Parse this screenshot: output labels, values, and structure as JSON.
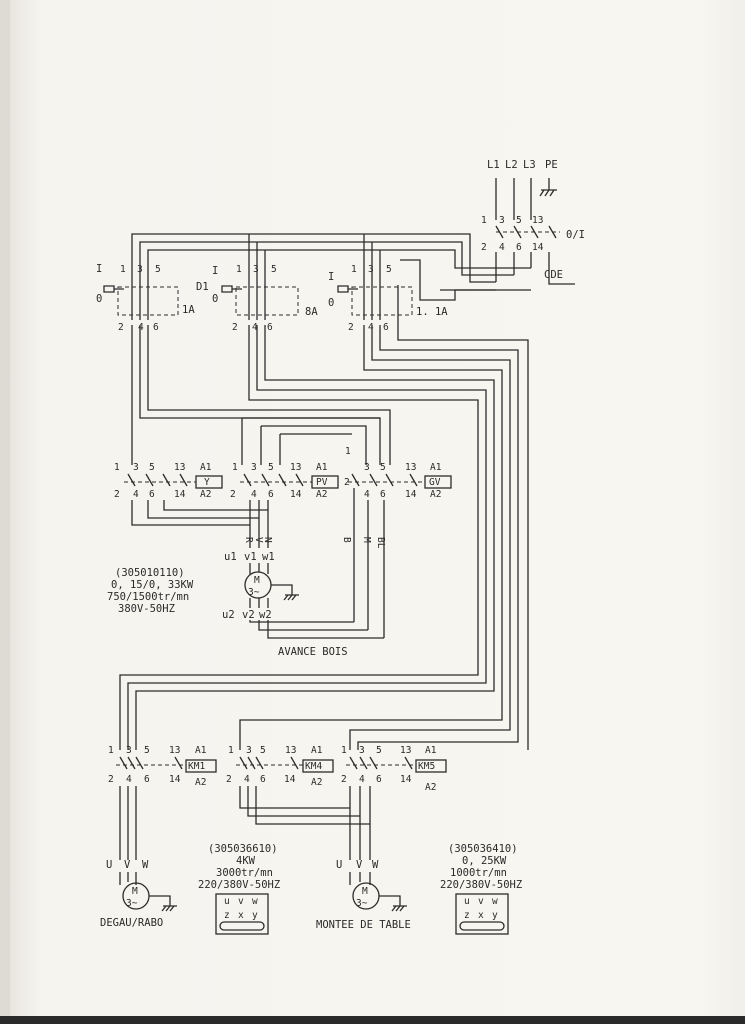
{
  "supply": {
    "phases": [
      "L1",
      "L2",
      "L3",
      "PE"
    ],
    "main_switch": {
      "top": [
        "1",
        "3",
        "5",
        "13"
      ],
      "bottom": [
        "2",
        "4",
        "6",
        "14"
      ],
      "label": "0/I"
    },
    "control_label": "CDE"
  },
  "breakers": [
    {
      "on_label": "I",
      "off_label": "0",
      "ref": "",
      "top": [
        "1",
        "3",
        "5"
      ],
      "bottom": [
        "2",
        "4",
        "6"
      ],
      "rating": "1A"
    },
    {
      "on_label": "I",
      "off_label": "0",
      "ref": "D1",
      "top": [
        "1",
        "3",
        "5"
      ],
      "bottom": [
        "2",
        "4",
        "6"
      ],
      "rating": "8A"
    },
    {
      "on_label": "I",
      "off_label": "0",
      "ref": "",
      "top": [
        "1",
        "3",
        "5"
      ],
      "bottom": [
        "2",
        "4",
        "6"
      ],
      "rating": "1. 1A"
    }
  ],
  "contactors_upper": [
    {
      "top": [
        "1",
        "3",
        "5",
        "13",
        "A1"
      ],
      "bottom": [
        "2",
        "4",
        "6",
        "14",
        "A2"
      ],
      "coil": "Y"
    },
    {
      "top": [
        "1",
        "3",
        "5",
        "13",
        "A1"
      ],
      "bottom": [
        "2",
        "4",
        "6",
        "14",
        "A2"
      ],
      "coil": "PV"
    },
    {
      "top": [
        "1",
        "3",
        "5",
        "13",
        "A1"
      ],
      "bottom": [
        "2",
        "4",
        "6",
        "14",
        "A2"
      ],
      "coil": "GV"
    }
  ],
  "motor_avance": {
    "top_terminals": [
      "u1",
      "v1",
      "w1"
    ],
    "bottom_terminals": [
      "u2",
      "v2",
      "w2"
    ],
    "wire_colors_left": [
      "R",
      "V",
      "N"
    ],
    "wire_colors_right": [
      "B",
      "M",
      "BL"
    ],
    "specs": [
      "(305010110)",
      "0, 15/0, 33KW",
      "750/1500tr/mn",
      "380V-50HZ"
    ],
    "symbol": {
      "m": "M",
      "phase": "3~"
    },
    "title": "AVANCE BOIS"
  },
  "contactors_lower": [
    {
      "top": [
        "1",
        "3",
        "5",
        "13",
        "A1"
      ],
      "bottom": [
        "2",
        "4",
        "6",
        "14",
        "A2"
      ],
      "coil": "KM1"
    },
    {
      "top": [
        "1",
        "3",
        "5",
        "13",
        "A1"
      ],
      "bottom": [
        "2",
        "4",
        "6",
        "14",
        "A2"
      ],
      "coil": "KM4"
    },
    {
      "top": [
        "1",
        "3",
        "5",
        "13",
        "A1"
      ],
      "bottom": [
        "2",
        "4",
        "6",
        "14",
        "A2"
      ],
      "coil": "KM5"
    }
  ],
  "motor_degau": {
    "terminals": [
      "U",
      "V",
      "W"
    ],
    "symbol": {
      "m": "M",
      "phase": "3~"
    },
    "title": "DEGAU/RABO",
    "specs": [
      "(305036610)",
      "4KW",
      "3000tr/mn",
      "220/380V-50HZ"
    ],
    "box": {
      "top": [
        "u",
        "v",
        "w"
      ],
      "bottom": [
        "z",
        "x",
        "y"
      ]
    }
  },
  "motor_montee": {
    "terminals": [
      "U",
      "V",
      "W"
    ],
    "symbol": {
      "m": "M",
      "phase": "3~"
    },
    "title": "MONTEE DE TABLE",
    "specs": [
      "(305036410)",
      "0, 25KW",
      "1000tr/mn",
      "220/380V-50HZ"
    ],
    "box": {
      "top": [
        "u",
        "v",
        "w"
      ],
      "bottom": [
        "z",
        "x",
        "y"
      ]
    }
  }
}
